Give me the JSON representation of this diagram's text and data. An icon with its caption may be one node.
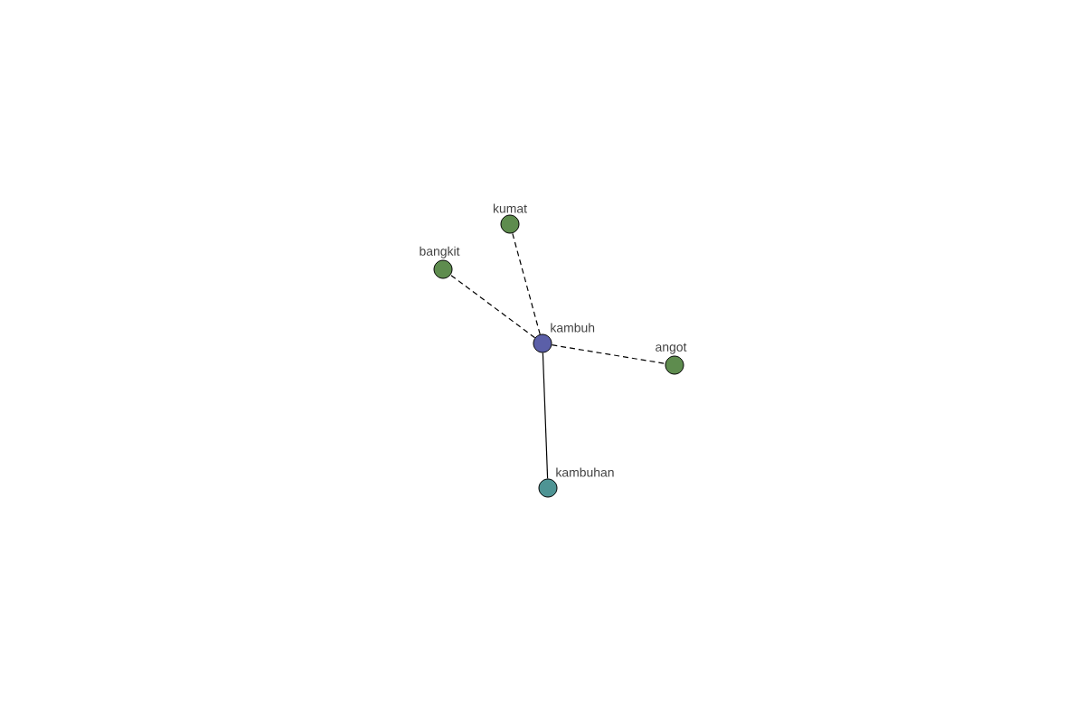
{
  "diagram": {
    "nodes": [
      {
        "text": [
          "kambuh"
        ]
      },
      {
        "text": [
          "kumat"
        ]
      },
      {
        "text": [
          "bangkit"
        ]
      },
      {
        "text": [
          "angot"
        ]
      },
      {
        "text": [
          "kambuhan"
        ]
      }
    ],
    "edges": [
      {
        "from": 0,
        "to": 1,
        "arrow": "none",
        "style": "dashed"
      },
      {
        "from": 0,
        "to": 2,
        "arrow": "none",
        "style": "dashed"
      },
      {
        "from": 0,
        "to": 3,
        "arrow": "none",
        "style": "dashed"
      },
      {
        "from": 0,
        "to": 4,
        "arrow": "none"
      }
    ]
  }
}
